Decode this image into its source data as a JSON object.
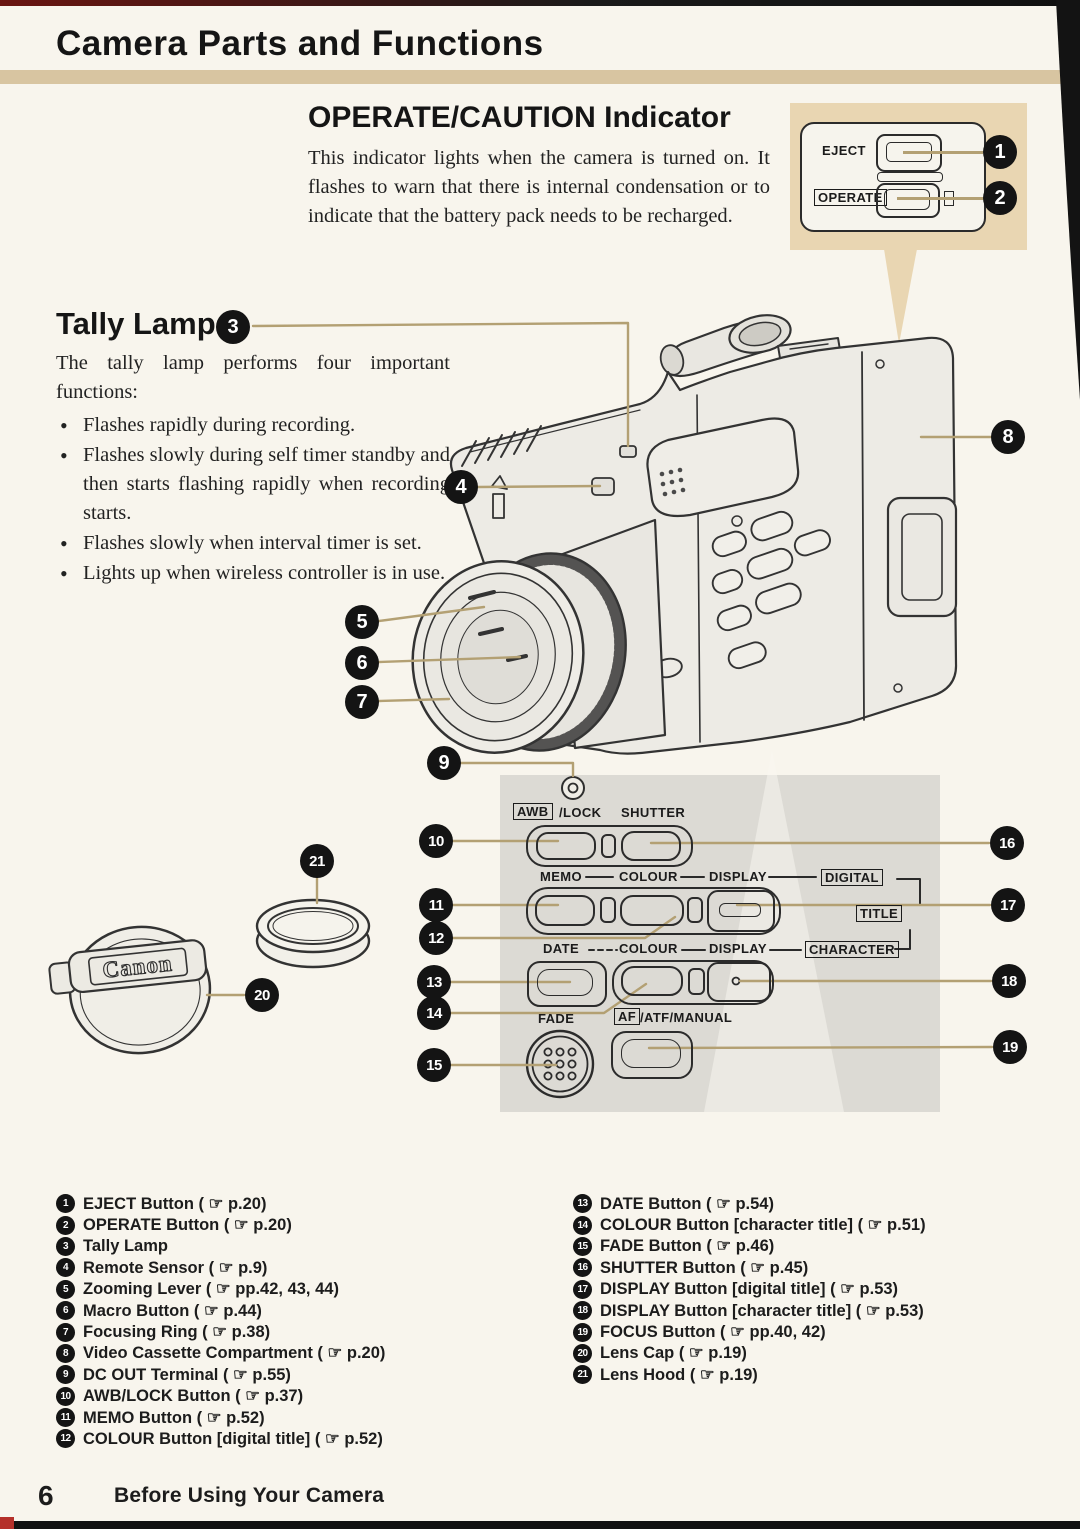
{
  "page": {
    "title": "Camera Parts and Functions",
    "page_number": "6",
    "footer_text": "Before Using Your Camera"
  },
  "operate_caution": {
    "heading": "OPERATE/CAUTION Indicator",
    "body": "This indicator lights when the camera is turned on. It flashes to warn that there is internal condensation or to indicate that the battery pack needs to be recharged."
  },
  "tally": {
    "heading": "Tally Lamp",
    "intro": "The tally lamp performs four important functions:",
    "bullets": [
      "Flashes rapidly during recording.",
      "Flashes slowly during self timer standby and then starts flashing rapidly when recording starts.",
      "Flashes slowly when interval timer is set.",
      "Lights up when wireless controller is in use."
    ]
  },
  "inset": {
    "eject": "EJECT",
    "operate": "OPERATE"
  },
  "panel": {
    "awb": "AWB",
    "lock": "/LOCK",
    "shutter": "SHUTTER",
    "memo": "MEMO",
    "colour2": "COLOUR",
    "display2": "DISPLAY",
    "digital": "DIGITAL",
    "title_box": "TITLE",
    "date": "DATE",
    "colour3": "COLOUR",
    "display3": "DISPLAY",
    "character": "CHARACTER",
    "fade": "FADE",
    "af": "AF",
    "atf_manual": "/ATF/MANUAL"
  },
  "lens_cap_brand": "Canon",
  "badges": [
    "1",
    "2",
    "3",
    "4",
    "5",
    "6",
    "7",
    "8",
    "9",
    "10",
    "11",
    "12",
    "13",
    "14",
    "15",
    "16",
    "17",
    "18",
    "19",
    "20",
    "21"
  ],
  "parts_left": [
    {
      "num": "1",
      "text": "EJECT Button ( ☞ p.20)"
    },
    {
      "num": "2",
      "text": "OPERATE Button ( ☞ p.20)"
    },
    {
      "num": "3",
      "text": "Tally Lamp"
    },
    {
      "num": "4",
      "text": "Remote Sensor ( ☞ p.9)"
    },
    {
      "num": "5",
      "text": "Zooming Lever ( ☞ pp.42, 43, 44)"
    },
    {
      "num": "6",
      "text": "Macro Button ( ☞ p.44)"
    },
    {
      "num": "7",
      "text": "Focusing Ring ( ☞ p.38)"
    },
    {
      "num": "8",
      "text": "Video Cassette Compartment ( ☞ p.20)"
    },
    {
      "num": "9",
      "text": "DC OUT Terminal ( ☞ p.55)"
    },
    {
      "num": "10",
      "text": "AWB/LOCK Button ( ☞ p.37)"
    },
    {
      "num": "11",
      "text": "MEMO Button ( ☞ p.52)"
    },
    {
      "num": "12",
      "text": "COLOUR Button [digital title] ( ☞ p.52)"
    }
  ],
  "parts_right": [
    {
      "num": "13",
      "text": "DATE Button ( ☞ p.54)"
    },
    {
      "num": "14",
      "text": "COLOUR Button [character title] ( ☞ p.51)"
    },
    {
      "num": "15",
      "text": "FADE Button ( ☞ p.46)"
    },
    {
      "num": "16",
      "text": "SHUTTER Button ( ☞ p.45)"
    },
    {
      "num": "17",
      "text": "DISPLAY Button [digital title] ( ☞ p.53)"
    },
    {
      "num": "18",
      "text": "DISPLAY Button [character title] ( ☞ p.53)"
    },
    {
      "num": "19",
      "text": "FOCUS Button ( ☞ pp.40, 42)"
    },
    {
      "num": "20",
      "text": "Lens Cap ( ☞ p.19)"
    },
    {
      "num": "21",
      "text": "Lens Hood ( ☞ p.19)"
    }
  ],
  "colors": {
    "accent_tan": "#d8c5a1",
    "inset_tan": "#e9d6b2",
    "leader_line": "#b3a073",
    "panel_gray": "#dcdad4",
    "page_bg": "#f8f5ed"
  }
}
